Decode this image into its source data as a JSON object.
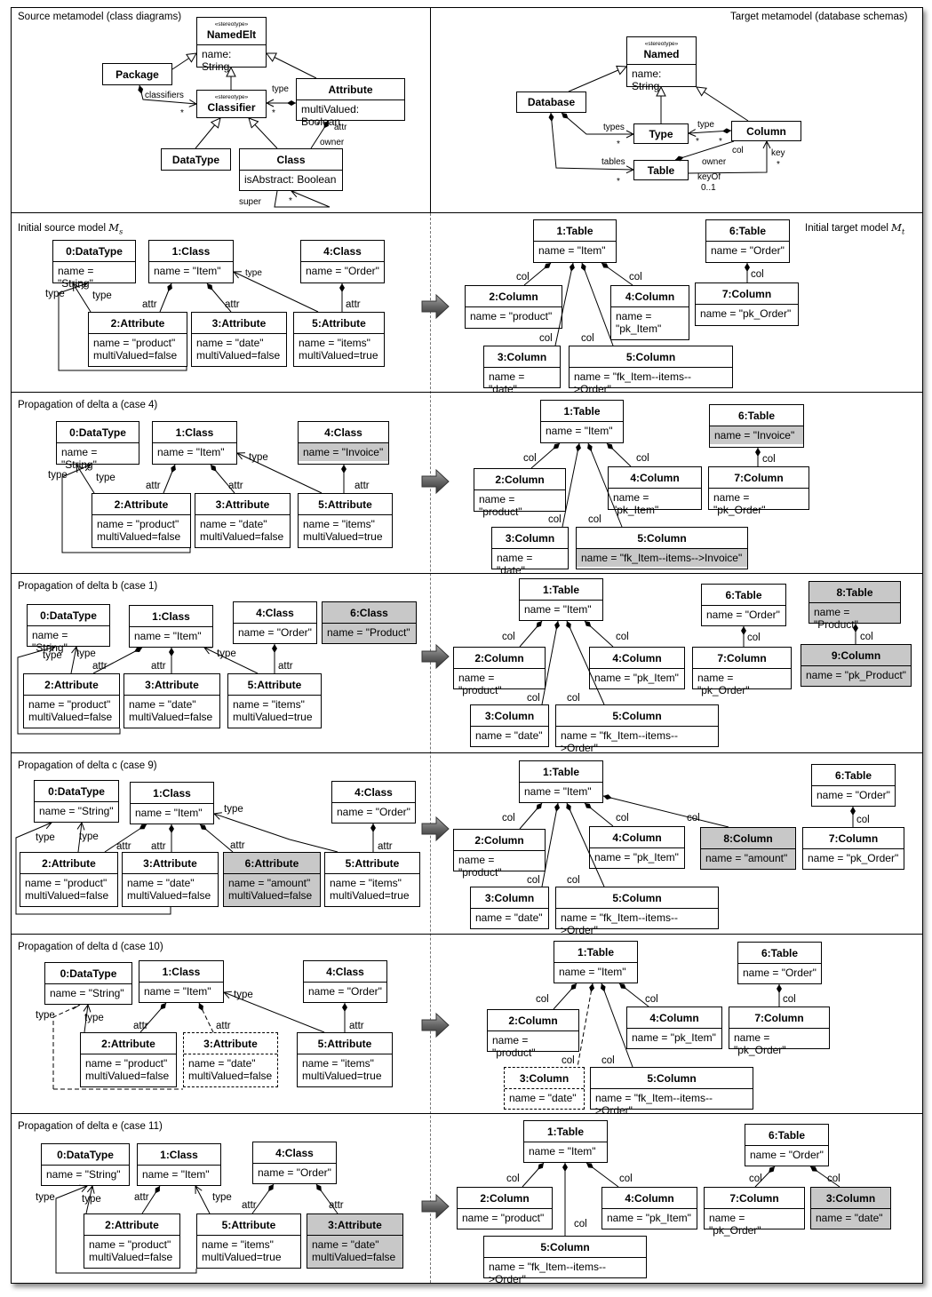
{
  "metamodel": {
    "source_caption": "Source metamodel (class diagrams)",
    "target_caption": "Target metamodel (database schemas)",
    "source": {
      "namedelt": {
        "stereo": "«stereotype»",
        "name": "NamedElt",
        "attr": "name: String"
      },
      "package": {
        "name": "Package"
      },
      "classifier": {
        "stereo": "«stereotype»",
        "name": "Classifier"
      },
      "attribute": {
        "name": "Attribute",
        "attr": "multiValued: Boolean"
      },
      "datatype": {
        "name": "DataType"
      },
      "class": {
        "name": "Class",
        "attr": "isAbstract: Boolean"
      },
      "labels": {
        "classifiers": "classifiers",
        "type": "type",
        "attr": "attr",
        "owner": "owner",
        "super": "super",
        "star": "*"
      }
    },
    "target": {
      "named": {
        "stereo": "«stereotype»",
        "name": "Named",
        "attr": "name: String"
      },
      "database": {
        "name": "Database"
      },
      "type": {
        "name": "Type"
      },
      "column": {
        "name": "Column"
      },
      "table": {
        "name": "Table"
      },
      "labels": {
        "types": "types",
        "tables": "tables",
        "type": "type",
        "col": "col",
        "owner": "owner",
        "key": "key",
        "keyof": "keyOf",
        "mult": "0..1",
        "star": "*"
      }
    }
  },
  "initial": {
    "caption": "Initial source model",
    "math_source": "M",
    "math_source_sub": "s",
    "target_caption": "Initial target model",
    "math_target": "M",
    "math_target_sub": "t"
  },
  "sections": [
    {
      "caption": "Propagation of delta a (case 4)"
    },
    {
      "caption": "Propagation of delta b (case 1)"
    },
    {
      "caption": "Propagation of delta c (case 9)"
    },
    {
      "caption": "Propagation of delta d (case 10)"
    },
    {
      "caption": "Propagation of delta e (case 11)"
    }
  ],
  "labels": {
    "type": "type",
    "attr": "attr",
    "col": "col"
  },
  "objects": {
    "dt0": "0:DataType",
    "cl1": "1:Class",
    "cl4": "4:Class",
    "cl6": "6:Class",
    "at2": "2:Attribute",
    "at3": "3:Attribute",
    "at5": "5:Attribute",
    "at6": "6:Attribute",
    "tb1": "1:Table",
    "tb6": "6:Table",
    "tb8": "8:Table",
    "co2": "2:Column",
    "co3": "3:Column",
    "co4": "4:Column",
    "co5": "5:Column",
    "co7": "7:Column",
    "co8": "8:Column",
    "co9": "9:Column"
  },
  "values": {
    "string": "name = \"String\"",
    "item": "name = \"Item\"",
    "order": "name = \"Order\"",
    "invoice": "name = \"Invoice\"",
    "product_cap": "name = \"Product\"",
    "product": "name = \"product\"",
    "date": "name = \"date\"",
    "items": "name = \"items\"",
    "amount": "name = \"amount\"",
    "mv_false": "multiValued=false",
    "mv_true": "multiValued=true",
    "pk_item": "name = \"pk_Item\"",
    "pk_item_a": "name =",
    "pk_item_b": "\"pk_Item\"",
    "pk_order": "name = \"pk_Order\"",
    "pk_product": "name = \"pk_Product\"",
    "fk_order": "name = \"fk_Item--items-->Order\"",
    "fk_invoice": "name = \"fk_Item--items-->Invoice\""
  }
}
